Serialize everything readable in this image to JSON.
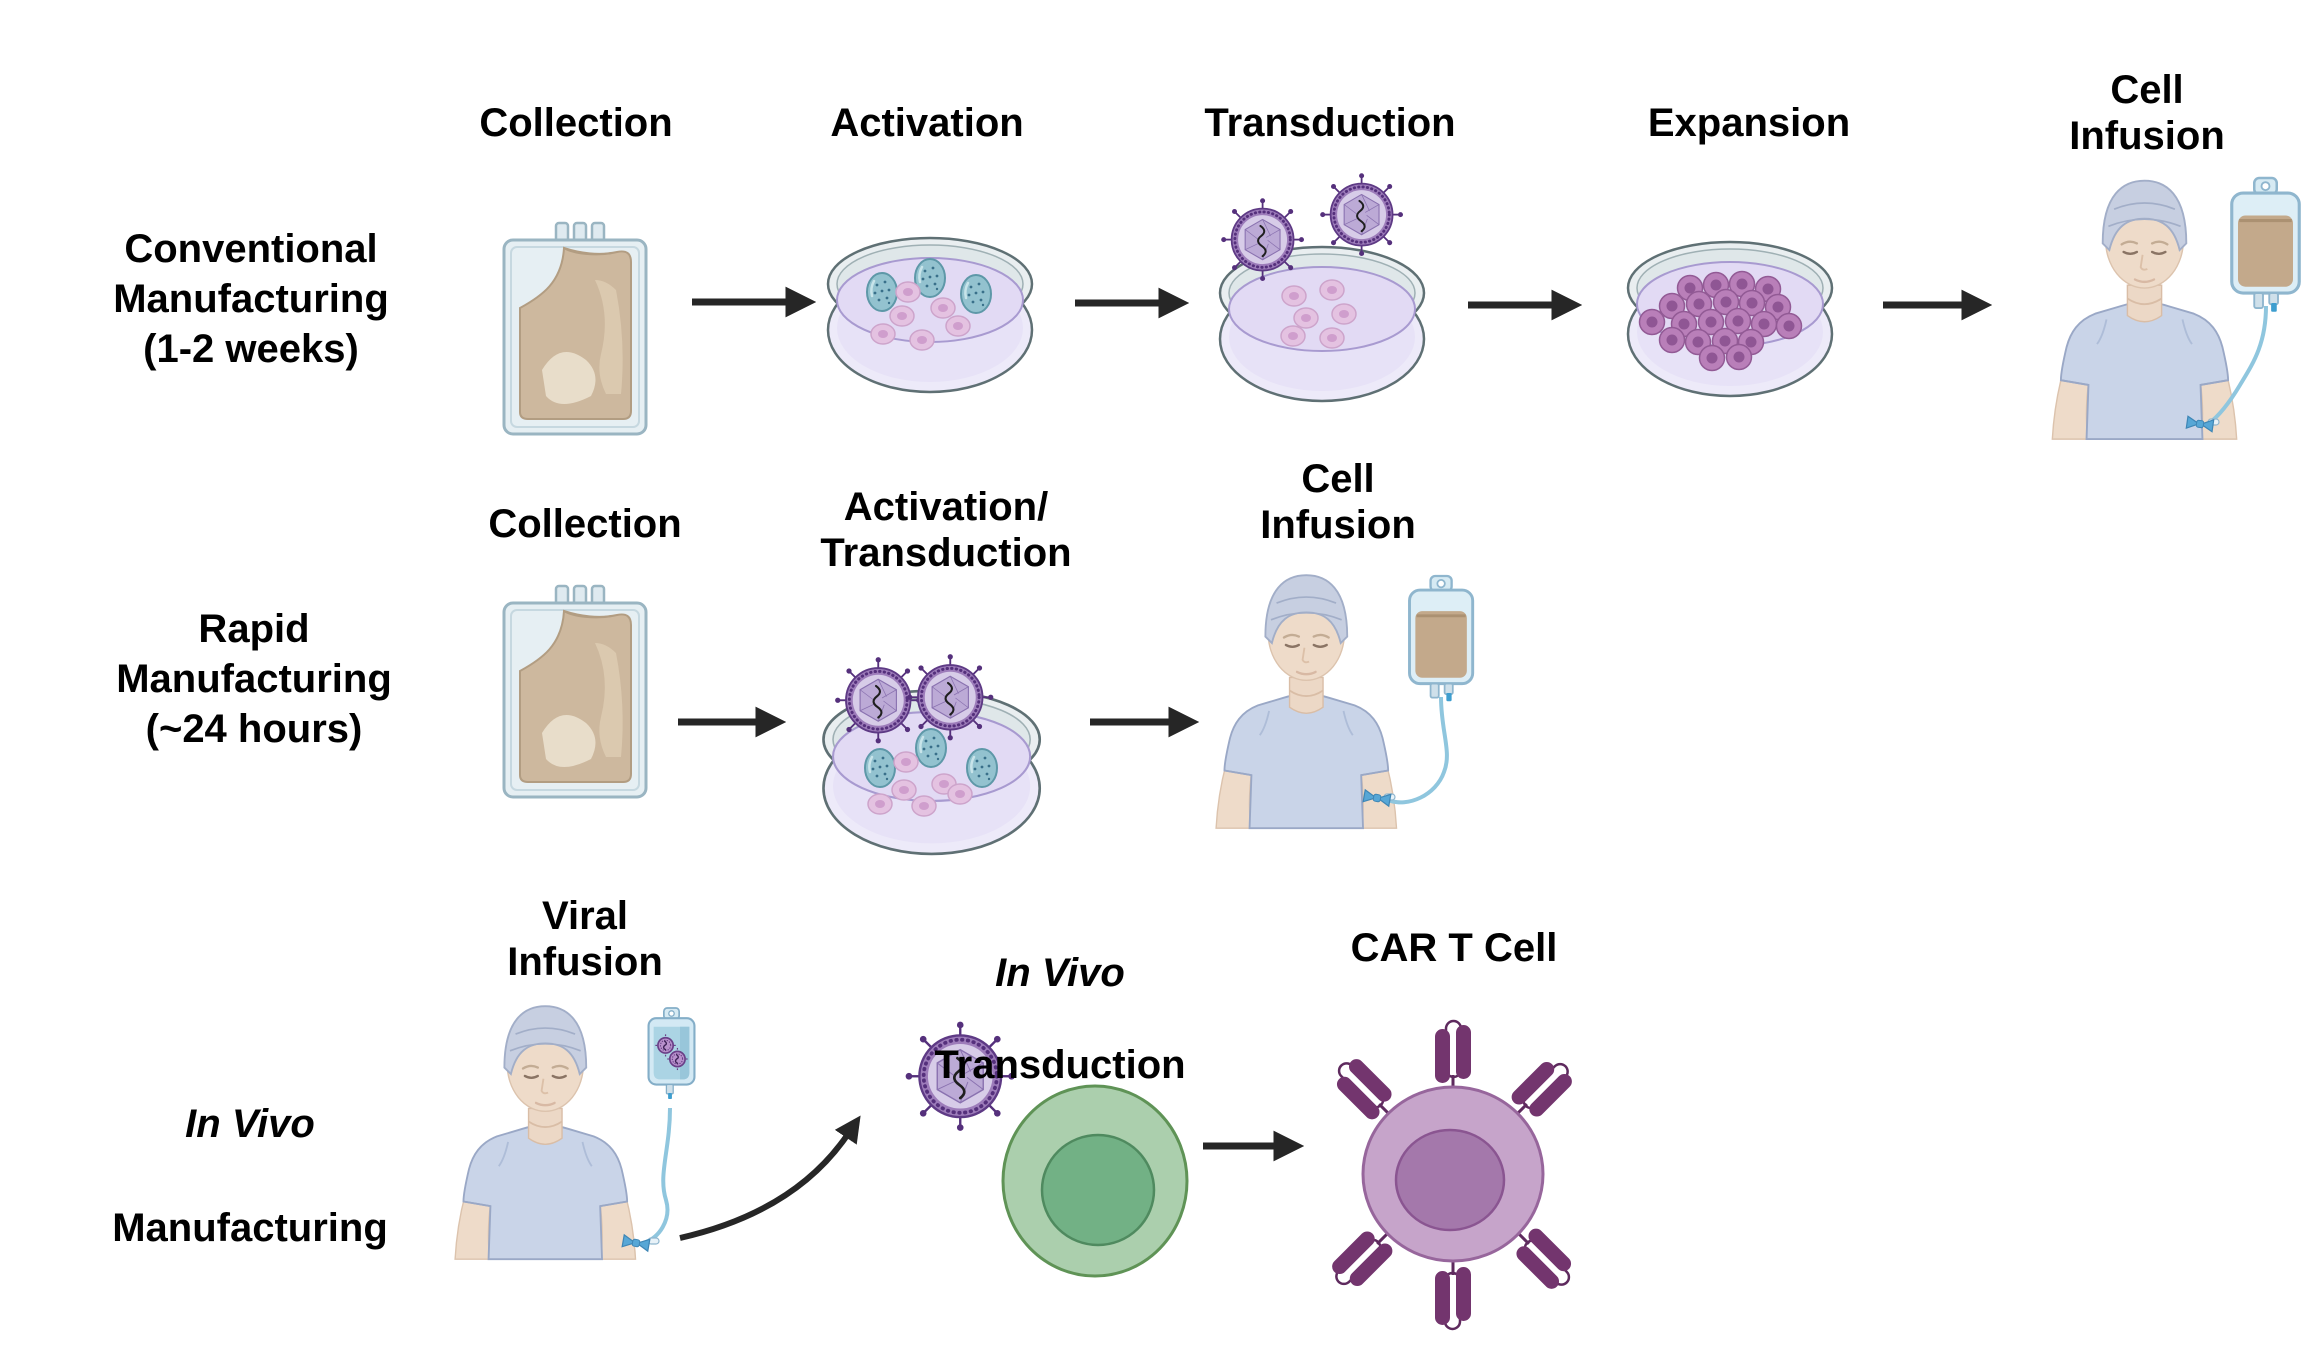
{
  "row1": {
    "label": "Conventional\nManufacturing\n(1-2 weeks)",
    "steps": {
      "collection": "Collection",
      "activation": "Activation",
      "transduction": "Transduction",
      "expansion": "Expansion",
      "cell_infusion": "Cell\nInfusion"
    }
  },
  "row2": {
    "label": "Rapid\nManufacturing\n(~24 hours)",
    "steps": {
      "collection": "Collection",
      "activation_transduction": "Activation/\nTransduction",
      "cell_infusion": "Cell\nInfusion"
    }
  },
  "row3": {
    "label_italic": "In Vivo",
    "label_rest": "Manufacturing",
    "steps": {
      "viral_infusion": "Viral\nInfusion",
      "invivo_transduction_italic": "In Vivo",
      "invivo_transduction_rest": "Transduction",
      "car_t_cell": "CAR T Cell"
    }
  },
  "icons": {
    "blood_bag": "apheresis-collection-bag",
    "petri_dish": "cell-culture-dish",
    "activation_bead": "teal-activation-bead",
    "t_cell": "pink-t-cell",
    "expanded_cell": "purple-expanded-cell",
    "virus": "viral-vector-particle",
    "patient": "patient-receiving-infusion",
    "iv_bag": "iv-infusion-bag",
    "green_cell": "target-cell-in-vivo",
    "car_t": "car-t-cell-with-receptors",
    "arrow": "process-arrow"
  },
  "colors": {
    "text": "#000000",
    "arrow": "#262626",
    "virus_purple": "#9d7cba",
    "virus_dark": "#5e3a85",
    "dish_rim": "#e9eef0",
    "dish_liquid": "#e2daf4",
    "bead_teal": "#93c2cf",
    "pink_cell": "#e4c2e1",
    "purple_cell": "#b97fb9",
    "green_cell": "#abcfad",
    "car_t_body": "#c6a4ca",
    "receptor": "#73356e",
    "skin": "#eedbc9",
    "shirt": "#c9d4e8",
    "cap": "#c7cfe1",
    "blood_tan": "#cdb89e",
    "iv_fluid": "#c3a98b",
    "viral_fluid": "#abd4e4"
  }
}
